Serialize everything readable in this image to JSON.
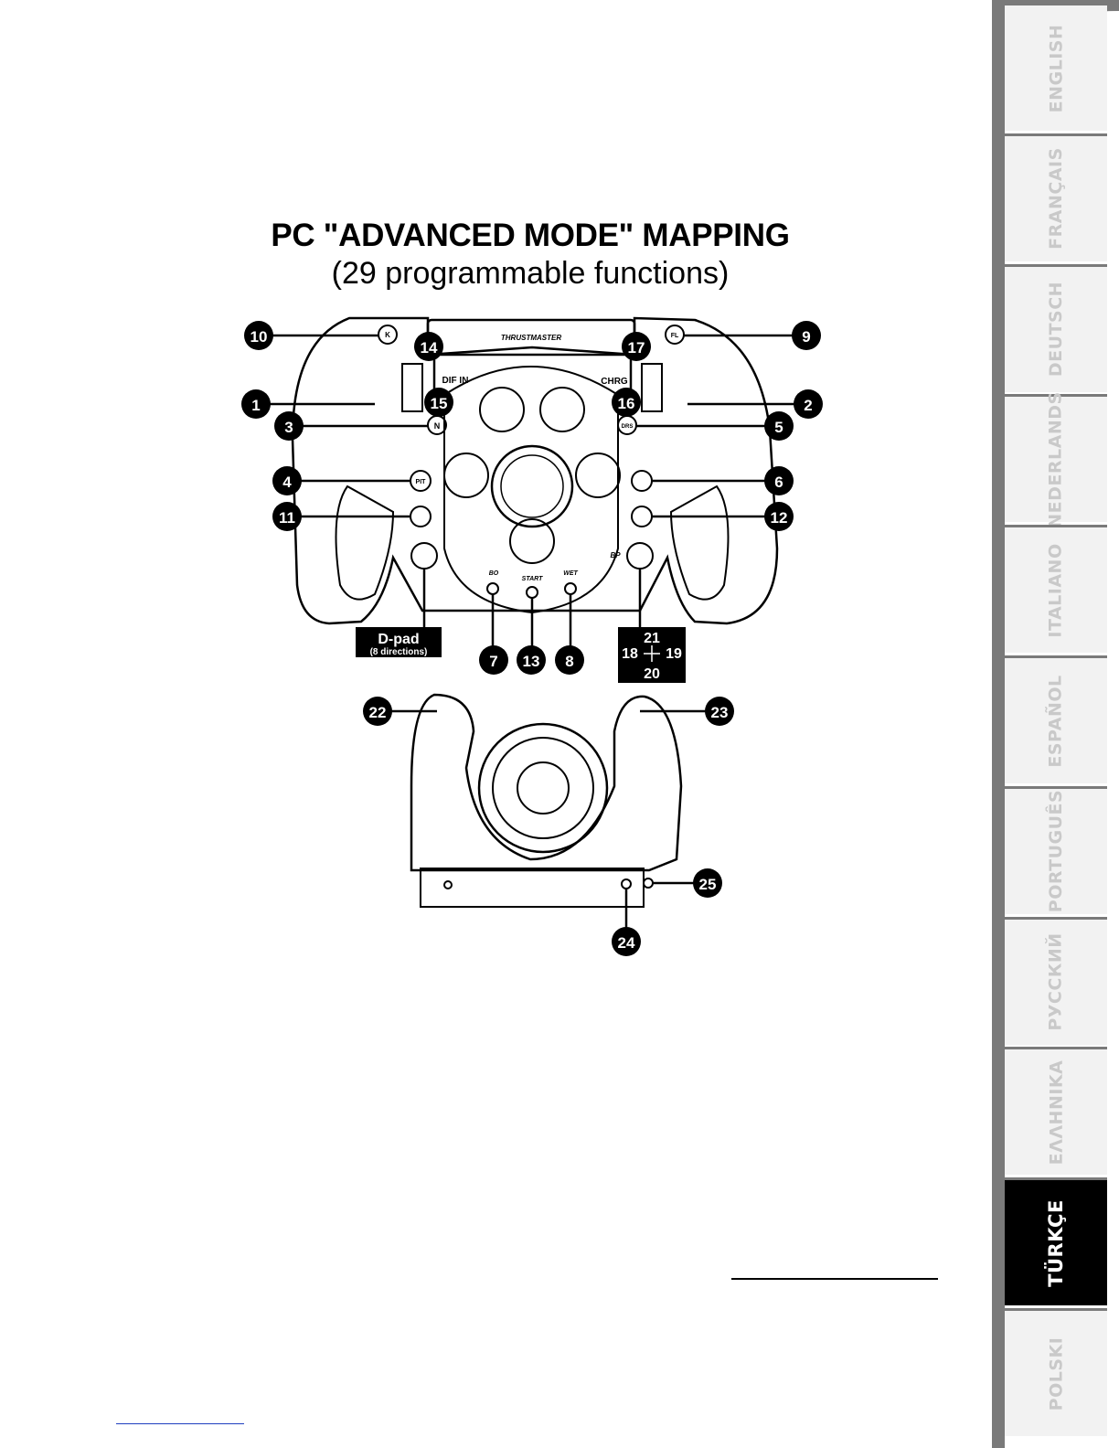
{
  "page": {
    "title": "PC \"ADVANCED MODE\" MAPPING",
    "subtitle": "(29 programmable functions)"
  },
  "wheel": {
    "brand": "THRUSTMASTER",
    "labels": {
      "dif_in": "DIF IN",
      "chrg": "CHRG",
      "bo": "BO",
      "start": "START",
      "wet": "WET",
      "bp": "BP",
      "n": "N",
      "pit": "PIT",
      "drs": "DRS",
      "k": "K",
      "fl": "FL"
    },
    "callouts": [
      "1",
      "2",
      "3",
      "4",
      "5",
      "6",
      "7",
      "8",
      "9",
      "10",
      "11",
      "12",
      "13",
      "14",
      "15",
      "16",
      "17",
      "22",
      "23",
      "24",
      "25"
    ],
    "dpad_box": {
      "title": "D-pad",
      "subtitle": "(8 directions)"
    },
    "pov_box": {
      "up": "21",
      "left": "18",
      "right": "19",
      "down": "20"
    }
  },
  "tabs": [
    {
      "label": "ENGLISH",
      "active": false
    },
    {
      "label": "FRANÇAIS",
      "active": false
    },
    {
      "label": "DEUTSCH",
      "active": false
    },
    {
      "label": "NEDERLANDS",
      "active": false
    },
    {
      "label": "ITALIANO",
      "active": false
    },
    {
      "label": "ESPAÑOL",
      "active": false
    },
    {
      "label": "PORTUGUÊS",
      "active": false
    },
    {
      "label": "РУССКИЙ",
      "active": false
    },
    {
      "label": "ΕΛΛΗΝΙΚΑ",
      "active": false
    },
    {
      "label": "TÜRKÇE",
      "active": true
    },
    {
      "label": "POLSKI",
      "active": false
    }
  ],
  "colors": {
    "tab_inactive": "#f2f2f2",
    "tab_active": "#000000",
    "tab_strip": "#7a7a7a",
    "callout": "#000000"
  }
}
